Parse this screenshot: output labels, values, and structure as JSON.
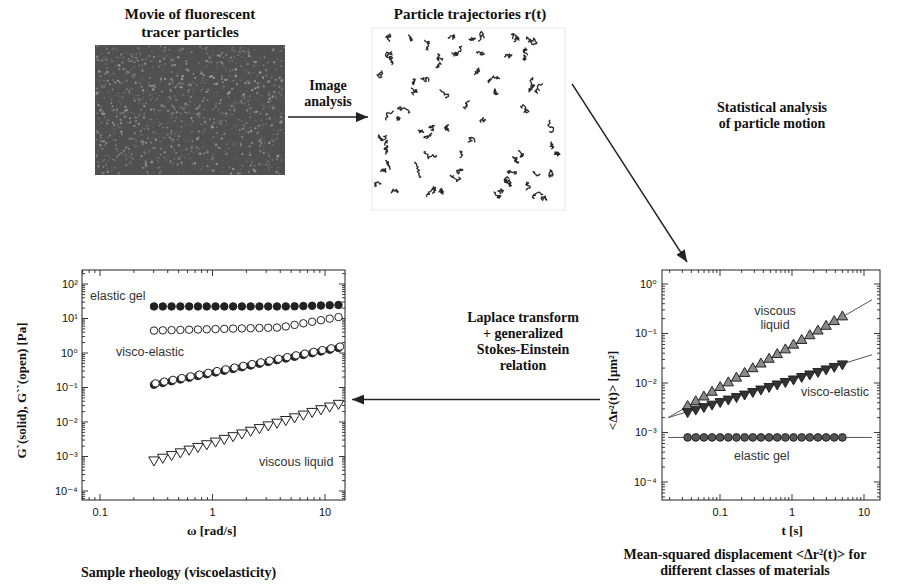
{
  "diagram": {
    "nodes": [
      {
        "text": [
          "Movie of fluorescent tracer particles"
        ]
      },
      {
        "text": [
          "Particle trajectories r(t)"
        ]
      },
      {
        "text": [
          "Sample rheology (viscoelasticity)"
        ]
      },
      {
        "text": [
          "Mean-squared displacement <Δr²(t)> for different classes of materials"
        ]
      }
    ],
    "edges": [
      {
        "from": 0,
        "to": 1,
        "arrow": "to",
        "label": "Image analysis"
      },
      {
        "from": 1,
        "to": 3,
        "arrow": "to",
        "label": "Statistical analysis of particle motion"
      },
      {
        "from": 3,
        "to": 2,
        "arrow": "to",
        "label": "Laplace transform + generalized Stokes-Einstein relation"
      }
    ],
    "labels": [
      "G`(solid), G``(open) [Pa]",
      "10²",
      "10¹",
      "10⁰",
      "10⁻¹",
      "10⁻²",
      "10⁻³",
      "10⁻⁴",
      "0.1",
      "1",
      "10",
      "ω [rad/s]",
      "elastic gel",
      "visco-elastic",
      "viscous liquid",
      "<Δr²(t)> [μm²]",
      "10⁰",
      "10⁻¹",
      "10⁻²",
      "10⁻³",
      "10⁻⁴",
      "0.1",
      "1",
      "10",
      "t [s]",
      "viscous liquid",
      "visco-elastic",
      "elastic gel"
    ]
  }
}
